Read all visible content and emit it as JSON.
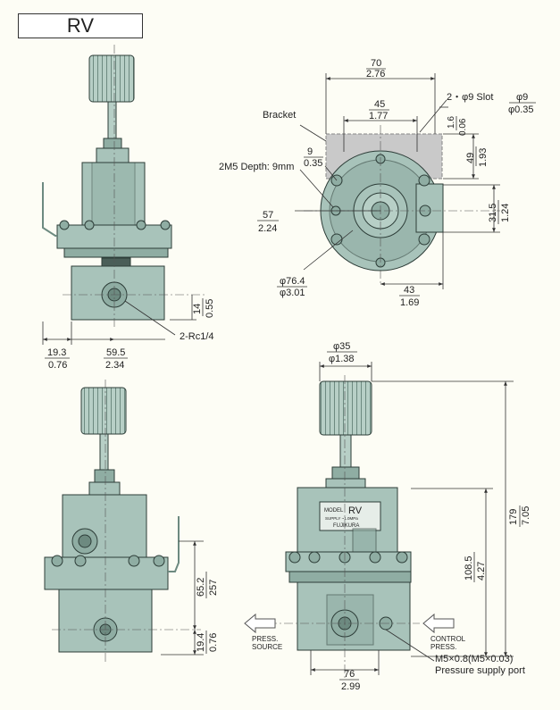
{
  "title": "RV",
  "labels": {
    "bracket": "Bracket",
    "slot": "2・φ9 Slot",
    "m5_depth": "2M5  Depth: 9mm",
    "rc": "2-Rc1/4",
    "press_source_1": "PRESS.",
    "press_source_2": "SOURCE",
    "control_press_1": "CONTROL",
    "control_press_2": "PRESS.",
    "m5_port": "M5×0.8(M5×0.03)",
    "pressure_supply_port": "Pressure supply port",
    "nameplate_model": "MODEL",
    "nameplate_rv": "RV",
    "nameplate_brand": "FUJIKURA",
    "nameplate_range": "SUPPLY ~1.0MPa"
  },
  "dims": {
    "d70": "70",
    "d2_76": "2.76",
    "d45": "45",
    "d1_77": "1.77",
    "phi9": "φ9",
    "phi0_35": "φ0.35",
    "d1_6": "1.6",
    "d0_06": "0.06",
    "d9": "9",
    "d0_35": "0.35",
    "d49": "49",
    "d1_93": "1.93",
    "d57": "57",
    "d2_24": "2.24",
    "d31_5": "31.5",
    "d1_24": "1.24",
    "phi76_4": "φ76.4",
    "phi3_01": "φ3.01",
    "d43": "43",
    "d1_69": "1.69",
    "d14": "14",
    "d0_55": "0.55",
    "d19_3": "19.3",
    "d0_76a": "0.76",
    "d59_5": "59.5",
    "d2_34": "2.34",
    "phi35": "φ35",
    "phi1_38": "φ1.38",
    "d179": "179",
    "d7_05": "7.05",
    "d108_5": "108.5",
    "d4_27": "4.27",
    "d65_2": "65.2",
    "d2_57": "257",
    "d19_4": "19.4",
    "d0_76b": "0.76",
    "d76": "76",
    "d2_99": "2.99"
  }
}
